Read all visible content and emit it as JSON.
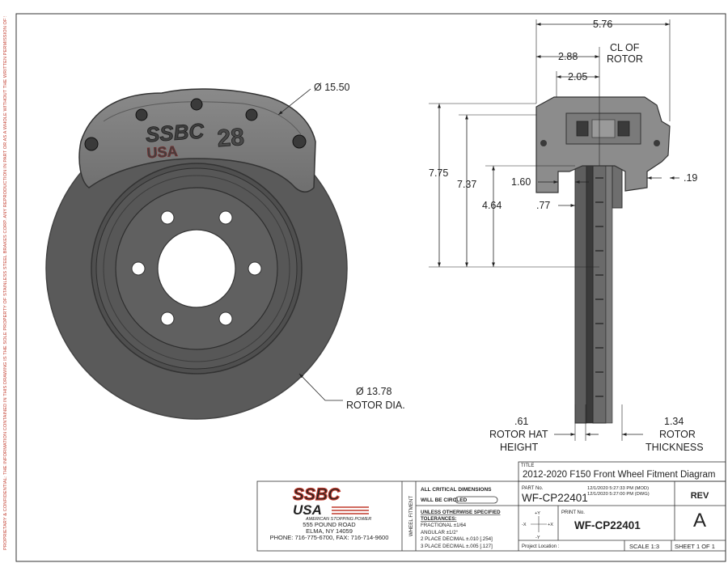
{
  "proprietary_note": "PROPRIETARY & CONFIDENTIAL: THE INFORMATION CONTAINED IN THIS DRAWING IS THE SOLE PROPERTY OF STAINLESS STEEL BRAKES CORP. ANY REPRODUCTION IN PART OR AS A WHOLE WITHOUT THE WRITTEN PERMISSION OF STAINLESS STEEL BRAKES CORP. IS PROHIBITED",
  "caliper_logo": {
    "line1": "SSBC",
    "line2": "USA",
    "model": "28"
  },
  "dimensions": {
    "caliper_dia": "Ø 15.50",
    "rotor_dia_value": "Ø 13.78",
    "rotor_dia_label": "ROTOR DIA.",
    "width_total": "5.76",
    "offset_288": "2.88",
    "offset_205": "2.05",
    "cl_line1": "CL OF",
    "cl_line2": "ROTOR",
    "height_775": "7.75",
    "height_737": "7.37",
    "height_464": "4.64",
    "dim_160": "1.60",
    "dim_077": ".77",
    "dim_019": ".19",
    "hat_value": ".61",
    "hat_line1": "ROTOR HAT",
    "hat_line2": "HEIGHT",
    "thick_value": "1.34",
    "thick_line1": "ROTOR",
    "thick_line2": "THICKNESS"
  },
  "title_block": {
    "title_label": "TITLE",
    "title": "2012-2020 F150 Front Wheel Fitment Diagram",
    "logo_top": "SSBC",
    "logo_usa": "USA",
    "logo_tagline": "AMERICAN STOPPING POWER",
    "address1": "555 POUND ROAD",
    "address2": "ELMA, NY 14059",
    "phone": "PHONE: 716-775-6700, FAX: 716-714-9600",
    "side_label": "WHEEL FITMENT",
    "critical_line1": "ALL CRITICAL DIMENSIONS",
    "critical_line2": "WILL BE CIRCLED",
    "tol_header1": "UNLESS OTHERWISE SPECIFIED",
    "tol_header2": "TOLERANCES:",
    "tol_fractional": "FRACTIONAL ±1/64",
    "tol_angular": "ANGULAR ±1/2°",
    "tol_2place": "2 PLACE DECIMAL ±.010 [.254]",
    "tol_3place": "3 PLACE DECIMAL ±.005 [.127]",
    "part_label": "PART No.",
    "part_no": "WF-CP22401",
    "date_mod": "12/1/2020 5:27:33 PM (MOD)",
    "date_dwg": "12/1/2020 5:27:00 PM (DWG)",
    "print_label": "PRINT No.",
    "print_no": "WF-CP22401",
    "rev_label": "REV",
    "rev": "A",
    "axis_py": "+Y",
    "axis_px": "+X",
    "axis_nx": "-X",
    "axis_ny": "-Y",
    "project_location": "Project Location :",
    "scale": "SCALE 1:3",
    "sheet": "SHEET 1 OF 1"
  }
}
